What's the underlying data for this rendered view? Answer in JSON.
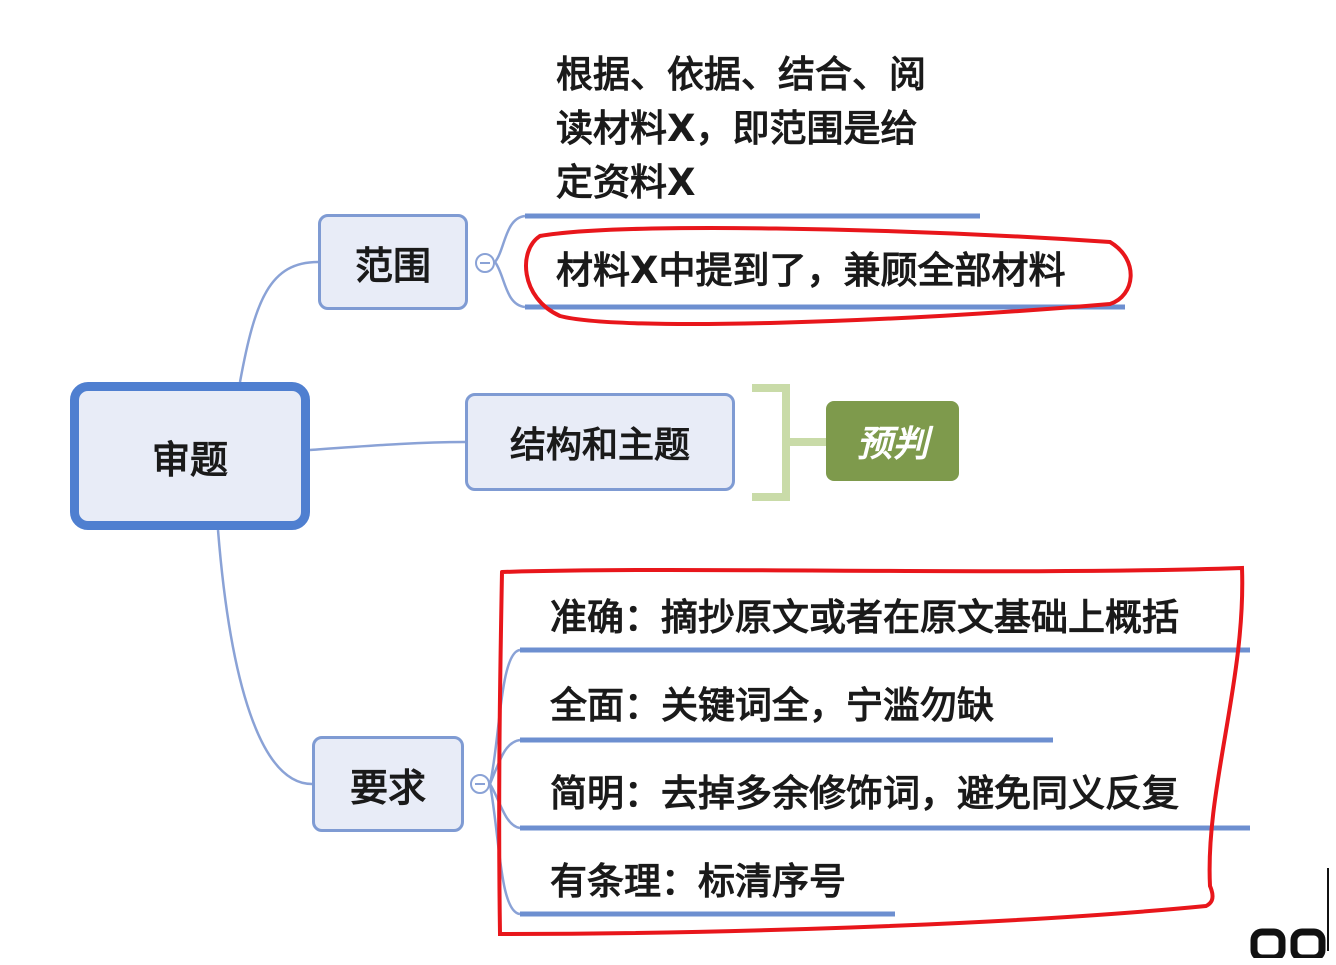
{
  "mindmap": {
    "root": "审题",
    "branches": [
      {
        "label": "范围",
        "leaves": [
          "根据、依据、结合、阅",
          "读材料X，即范围是给",
          "定资料X",
          "材料X中提到了，兼顾全部材料"
        ]
      },
      {
        "label": "结构和主题",
        "tag": "预判"
      },
      {
        "label": "要求",
        "leaves": [
          "准确：摘抄原文或者在原文基础上概括",
          "全面：关键词全，宁滥勿缺",
          "简明：去掉多余修饰词，避免同义反复",
          "有条理：标清序号"
        ]
      }
    ]
  },
  "colors": {
    "node_fill": "#e8ecf7",
    "node_border": "#7f9bd3",
    "root_border": "#4f7fd0",
    "connector": "#8aa2d6",
    "tag_fill": "#7e9a4c",
    "bracket": "#c9dba8",
    "annotation": "#e8161b"
  },
  "icons": [
    "collapse-minus-icon"
  ]
}
